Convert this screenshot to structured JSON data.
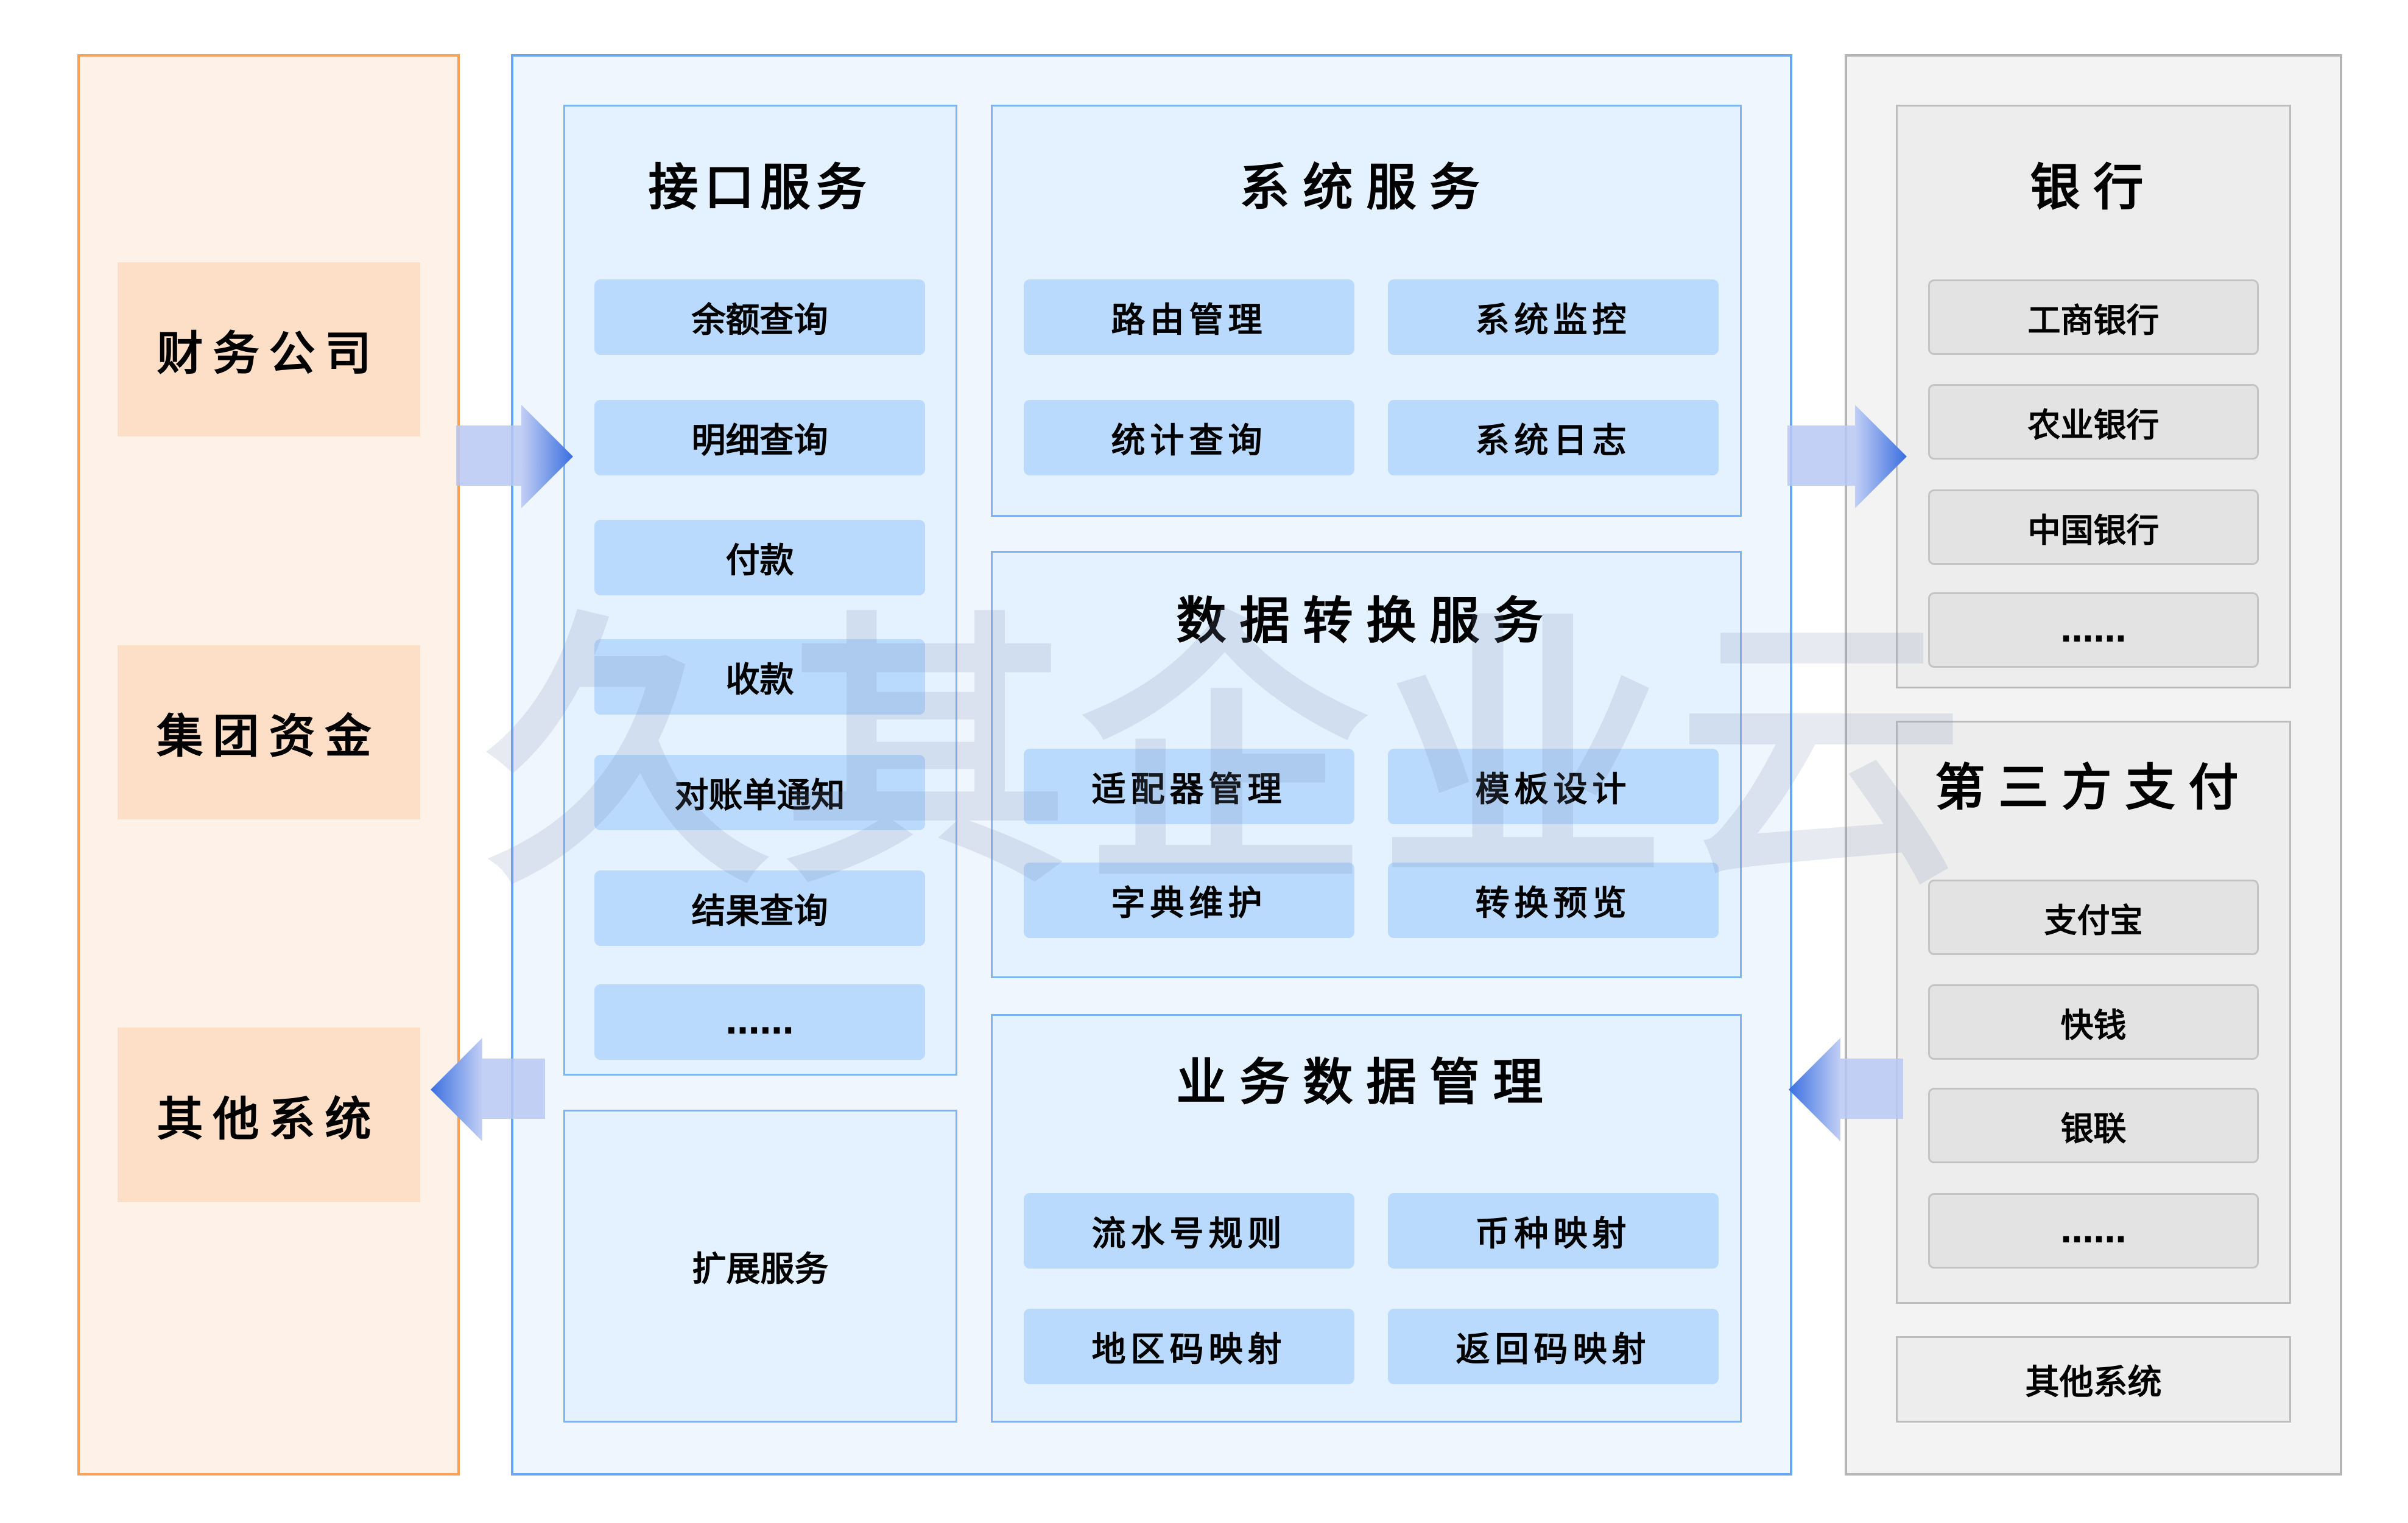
{
  "left": {
    "items": [
      "财务公司",
      "集团资金",
      "其他系统"
    ]
  },
  "center": {
    "interface_service": {
      "title": "接口服务",
      "items": [
        "余额查询",
        "明细查询",
        "付款",
        "收款",
        "对账单通知",
        "结果查询",
        "……"
      ]
    },
    "extension_service": {
      "title": "扩展服务"
    },
    "system_service": {
      "title": "系统服务",
      "items": [
        "路由管理",
        "系统监控",
        "统计查询",
        "系统日志"
      ]
    },
    "data_conversion_service": {
      "title": "数据转换服务",
      "items": [
        "适配器管理",
        "模板设计",
        "字典维护",
        "转换预览"
      ]
    },
    "business_data_management": {
      "title": "业务数据管理",
      "items": [
        "流水号规则",
        "币种映射",
        "地区码映射",
        "返回码映射"
      ]
    },
    "watermark": "久其企业云"
  },
  "right": {
    "bank": {
      "title": "银行",
      "items": [
        "工商银行",
        "农业银行",
        "中国银行",
        "……"
      ]
    },
    "third_party_payment": {
      "title": "第三方支付",
      "items": [
        "支付宝",
        "快钱",
        "银联",
        "……"
      ]
    },
    "other_systems": {
      "title": "其他系统"
    }
  },
  "colors": {
    "arrow_light": "#c2cff5",
    "arrow_dark": "#3a6fe0",
    "orange_border": "#f9a35a",
    "blue_border": "#6aa7f2",
    "gray_border": "#b5b5b5"
  }
}
